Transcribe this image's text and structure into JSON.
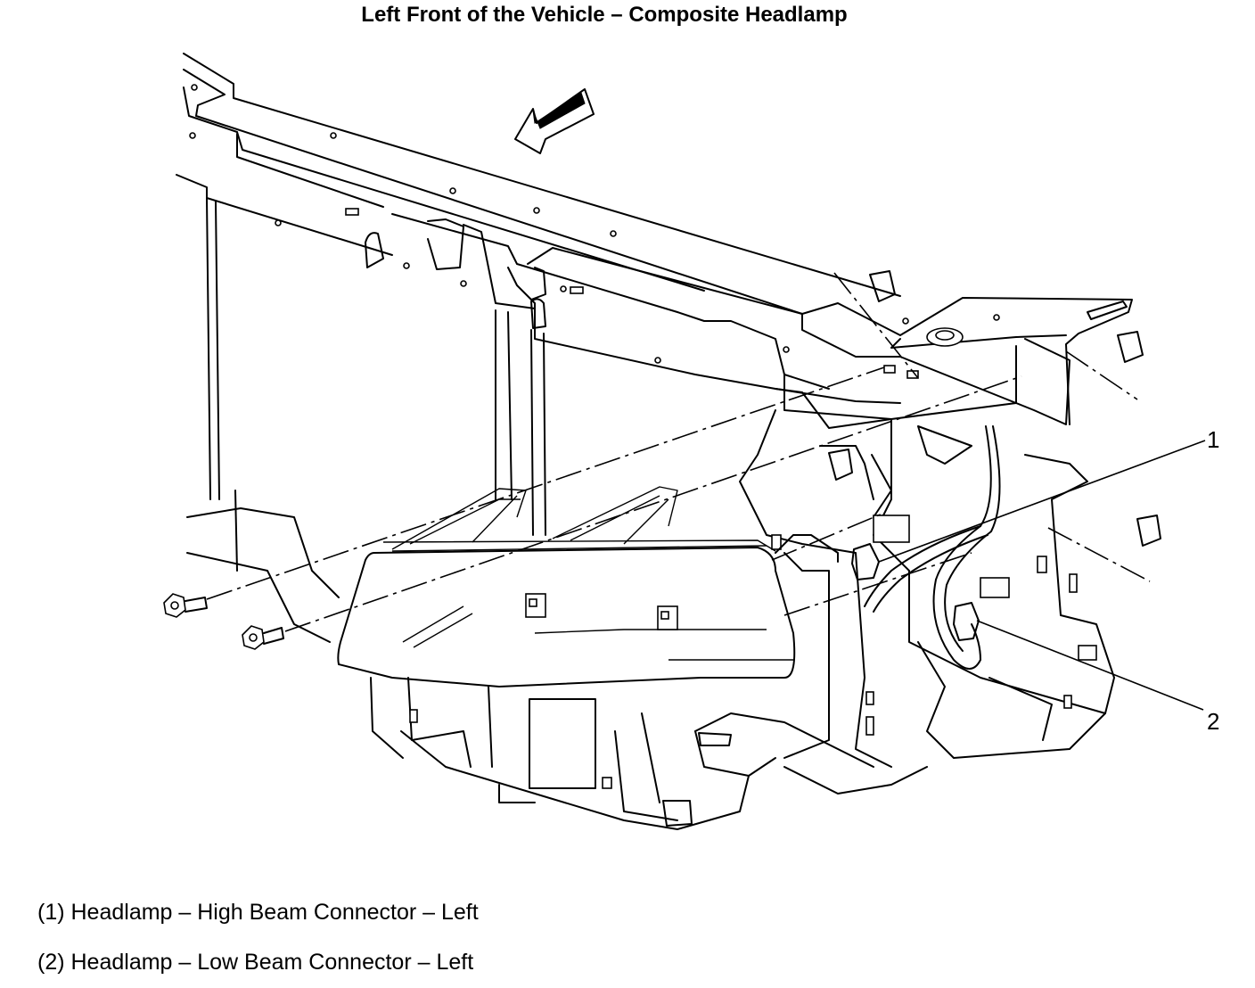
{
  "title": "Left Front of the Vehicle – Composite Headlamp",
  "callouts": [
    {
      "number": "1"
    },
    {
      "number": "2"
    }
  ],
  "legend": [
    {
      "text": "(1) Headlamp – High Beam Connector – Left"
    },
    {
      "text": "(2) Headlamp – Low Beam Connector – Left"
    }
  ],
  "icons": [
    "vehicle-front-direction-arrow-icon",
    "bolt-icon",
    "connector-icon",
    "clip-icon"
  ]
}
